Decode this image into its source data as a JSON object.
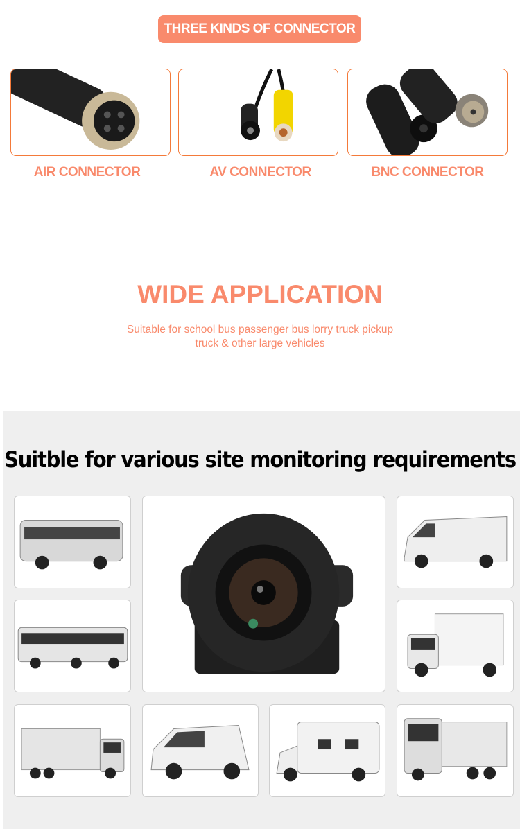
{
  "connectors": {
    "title": "THREE KINDS OF CONNECTOR",
    "items": [
      {
        "label": "AIR CONNECTOR"
      },
      {
        "label": "AV CONNECTOR"
      },
      {
        "label": "BNC CONNECTOR"
      }
    ]
  },
  "application": {
    "title": "WIDE APPLICATION",
    "line1": "Suitable for school bus passenger bus lorry truck pickup",
    "line2": "truck & other large vehicles"
  },
  "monitoring": {
    "title": "Suitble for various site monitoring requirements"
  },
  "colors": {
    "accent": "#f98a6c",
    "border": "#f47a3a",
    "gray_bg": "#efefef"
  }
}
